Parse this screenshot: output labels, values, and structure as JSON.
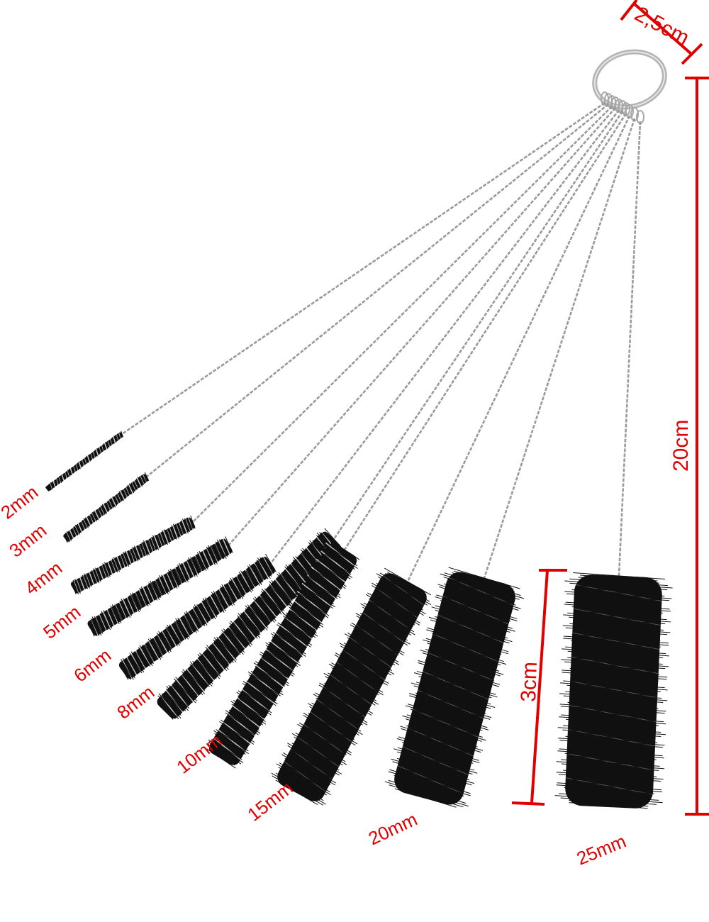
{
  "colors": {
    "background": "#ffffff",
    "label": "#e00000",
    "dimension_line": "#e00000",
    "bristle": "#111111",
    "wire": "#9a9a9a",
    "ring": "#a8a8a8"
  },
  "brushes": [
    {
      "size_label": "2mm"
    },
    {
      "size_label": "3mm"
    },
    {
      "size_label": "4mm"
    },
    {
      "size_label": "5mm"
    },
    {
      "size_label": "6mm"
    },
    {
      "size_label": "8mm"
    },
    {
      "size_label": "10mm"
    },
    {
      "size_label": "15mm"
    },
    {
      "size_label": "20mm"
    },
    {
      "size_label": "25mm"
    }
  ],
  "dimensions": {
    "ring_width": "2,5cm",
    "total_length": "20cm",
    "brush_head_length": "3cm"
  }
}
